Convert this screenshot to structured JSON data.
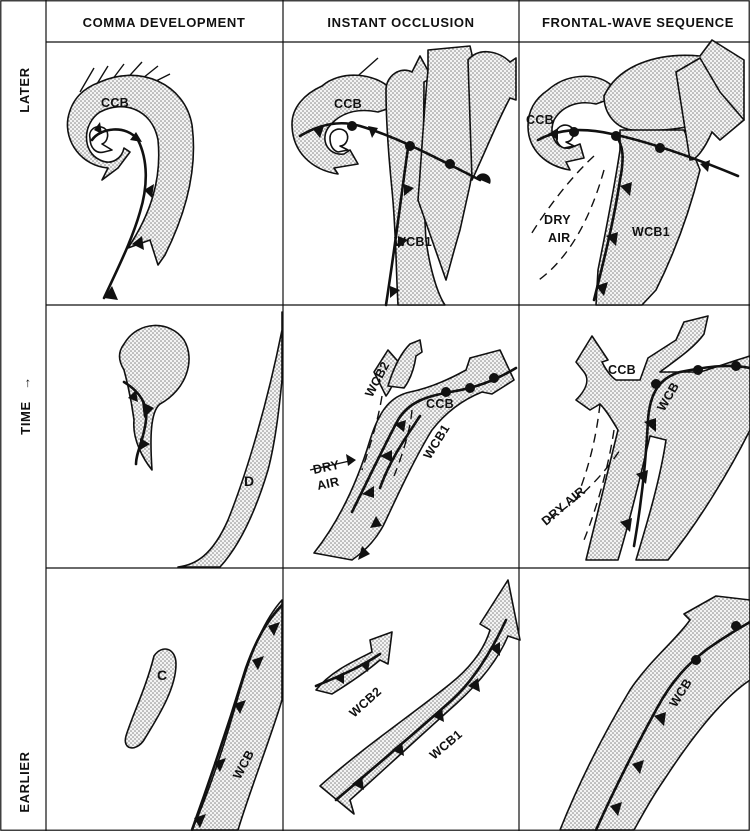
{
  "columns": [
    "COMMA DEVELOPMENT",
    "INSTANT OCCLUSION",
    "FRONTAL-WAVE SEQUENCE"
  ],
  "rows": {
    "later": "LATER",
    "time": "TIME",
    "time_arrow": "→",
    "earlier": "EARLIER"
  },
  "labels": {
    "ccb": "CCB",
    "wcb": "WCB",
    "wcb1": "WCB1",
    "wcb2": "WCB2",
    "dry_air": "DRY AIR",
    "dry": "DRY",
    "air": "AIR",
    "c": "C",
    "d": "D"
  },
  "colors": {
    "line": "#111111",
    "stipple": "#8a8a8a",
    "background": "#ffffff"
  }
}
